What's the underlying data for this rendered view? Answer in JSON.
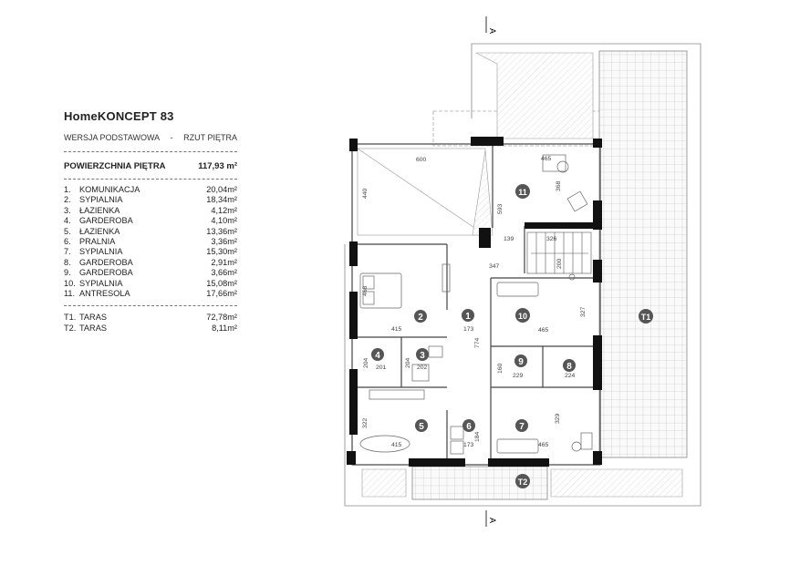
{
  "project": {
    "brand": "HomeKONCEPT",
    "number": "83",
    "variant_left": "WERSJA  PODSTAWOWA",
    "variant_sep": "-",
    "variant_right": "RZUT PIĘTRA"
  },
  "floor_area": {
    "label": "POWIERZCHNIA PIĘTRA",
    "value": "117,93 m²"
  },
  "rooms": [
    {
      "no": "1.",
      "name": "KOMUNIKACJA",
      "area": "20,04m²"
    },
    {
      "no": "2.",
      "name": "SYPIALNIA",
      "area": "18,34m²"
    },
    {
      "no": "3.",
      "name": "ŁAZIENKA",
      "area": "4,12m²"
    },
    {
      "no": "4.",
      "name": "GARDEROBA",
      "area": "4,10m²"
    },
    {
      "no": "5.",
      "name": "ŁAZIENKA",
      "area": "13,36m²"
    },
    {
      "no": "6.",
      "name": "PRALNIA",
      "area": "3,36m²"
    },
    {
      "no": "7.",
      "name": "SYPIALNIA",
      "area": "15,30m²"
    },
    {
      "no": "8.",
      "name": "GARDEROBA",
      "area": "2,91m²"
    },
    {
      "no": "9.",
      "name": "GARDEROBA",
      "area": "3,66m²"
    },
    {
      "no": "10.",
      "name": "SYPIALNIA",
      "area": "15,08m²"
    },
    {
      "no": "11.",
      "name": "ANTRESOLA",
      "area": "17,66m²"
    }
  ],
  "terraces": [
    {
      "no": "T1.",
      "name": "TARAS",
      "area": "72,78m²"
    },
    {
      "no": "T2.",
      "name": "TARAS",
      "area": "8,11m²"
    }
  ],
  "plan": {
    "section_marker_top": "A",
    "section_marker_bottom": "A",
    "room_markers": [
      "1",
      "2",
      "3",
      "4",
      "5",
      "6",
      "7",
      "8",
      "9",
      "10",
      "11",
      "T1",
      "T2"
    ],
    "dimensions": [
      "600",
      "440",
      "465",
      "368",
      "593",
      "139",
      "326",
      "347",
      "200",
      "415",
      "173",
      "774",
      "465",
      "327",
      "204",
      "201",
      "204",
      "202",
      "160",
      "229",
      "224",
      "322",
      "415",
      "184",
      "173",
      "329",
      "465",
      "468"
    ]
  }
}
